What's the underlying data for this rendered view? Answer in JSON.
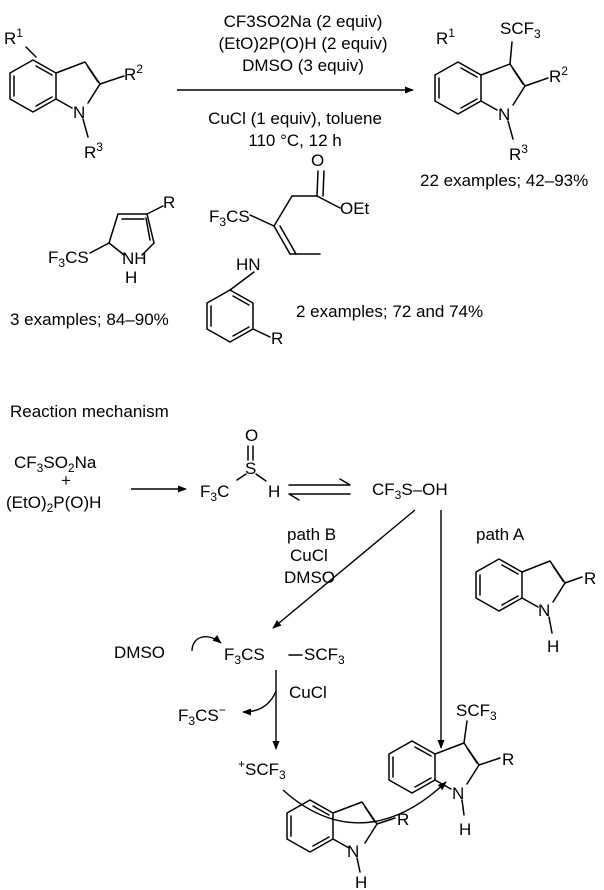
{
  "reaction": {
    "reagent_line1": "CF3SO2Na (2 equiv)",
    "reagent_line2": "(EtO)2P(O)H (2 equiv)",
    "reagent_line3": "DMSO (3 equiv)",
    "condition_line1": "CuCl (1 equiv), toluene",
    "condition_line2": "110 °C, 12 h",
    "scope_indoles": "22 examples; 42–93%",
    "scope_pyrroles": "3 examples; 84–90%",
    "scope_enamines": "2 examples; 72 and 74%"
  },
  "labels": {
    "r1": "R",
    "r1_sup": "1",
    "r2": "R",
    "r2_sup": "2",
    "r3": "R",
    "r3_sup": "3",
    "n": "N",
    "nh": "NH",
    "h": "H",
    "hn": "HN",
    "r": "R",
    "scf3": "SCF",
    "scf3_sub": "3",
    "f3cs": "F",
    "f3cs_sub": "3",
    "f3cs_rest": "CS",
    "oet": "OEt",
    "o": "O",
    "s": "S"
  },
  "mechanism": {
    "title": "Reaction mechanism",
    "reactant1_a": "CF",
    "reactant1_b": "SO",
    "reactant1_c": "Na",
    "plus": "+",
    "reactant2_a": "(EtO)",
    "reactant2_b": "P(O)H",
    "sulfinic_f3c": "F",
    "sulfinic_c": "C",
    "sulfinic_h": "H",
    "cf3soh": "CF",
    "cf3soh_rest": "S–OH",
    "path_a": "path A",
    "path_b": "path B",
    "cucl": "CuCl",
    "dmso": "DMSO",
    "disulfide_a": "F",
    "disulfide_b": "CS",
    "disulfide_c": "SCF",
    "thiolate_a": "F",
    "thiolate_b": "CS",
    "thiolate_minus": "−",
    "cation_plus": "+",
    "cation_a": "SCF",
    "sub2": "2",
    "sub3": "3"
  },
  "colors": {
    "ink": "#000000",
    "background": "#ffffff"
  }
}
